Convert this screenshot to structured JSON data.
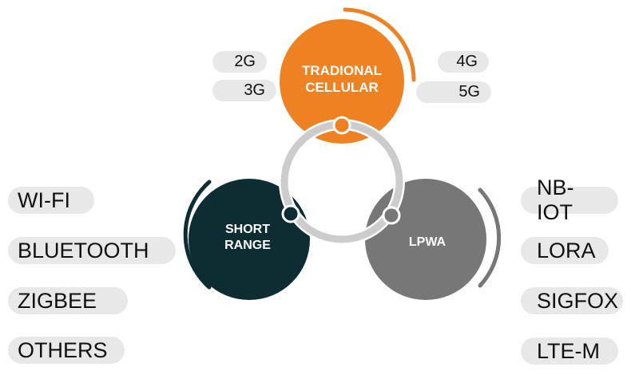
{
  "colors": {
    "cellular": "#ee8222",
    "short_range": "#0d2d33",
    "lpwa": "#777777",
    "ring": "#cccccc",
    "pill": "#e8e8e8"
  },
  "cellular": {
    "title_line1": "TRADIONAL",
    "title_line2": "CELLULAR",
    "items": [
      "2G",
      "3G",
      "4G",
      "5G"
    ]
  },
  "short_range": {
    "title_line1": "SHORT",
    "title_line2": "RANGE",
    "items": [
      "WI-FI",
      "BLUETOOTH",
      "ZIGBEE",
      "OTHERS"
    ]
  },
  "lpwa": {
    "title": "LPWA",
    "items": [
      "NB-IOT",
      "LORA",
      "SIGFOX",
      "LTE-M"
    ]
  }
}
